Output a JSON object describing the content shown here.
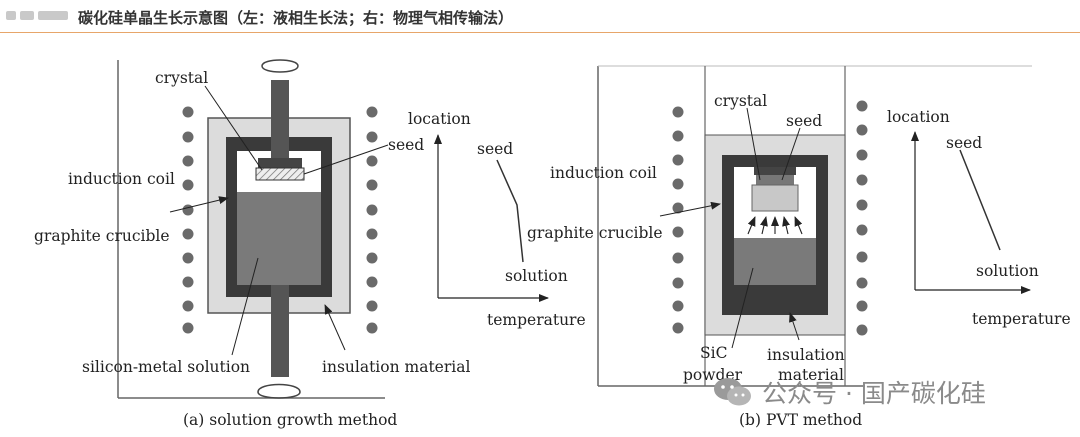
{
  "header": {
    "title": "碳化硅单晶生长示意图（左：液相生长法；右：物理气相传输法）"
  },
  "left": {
    "crystal": "crystal",
    "seed": "seed",
    "induction_coil": "induction coil",
    "graphite_crucible": "graphite crucible",
    "solution": "silicon-metal solution",
    "insulation": "insulation material",
    "caption": "(a) solution growth method",
    "graph": {
      "y_axis": "location",
      "x_axis": "temperature",
      "seed": "seed",
      "solution": "solution"
    }
  },
  "right": {
    "crystal": "crystal",
    "seed": "seed",
    "induction_coil": "induction coil",
    "graphite_crucible": "graphite crucible",
    "sic_line1": "SiC",
    "sic_line2": "powder",
    "insulation_line1": "insulation",
    "insulation_line2": "material",
    "caption": "(b) PVT method",
    "graph": {
      "y_axis": "location",
      "x_axis": "temperature",
      "seed": "seed",
      "solution": "solution"
    }
  },
  "watermark": {
    "text": "公众号 · 国产碳化硅",
    "icon": "wechat-icon"
  }
}
